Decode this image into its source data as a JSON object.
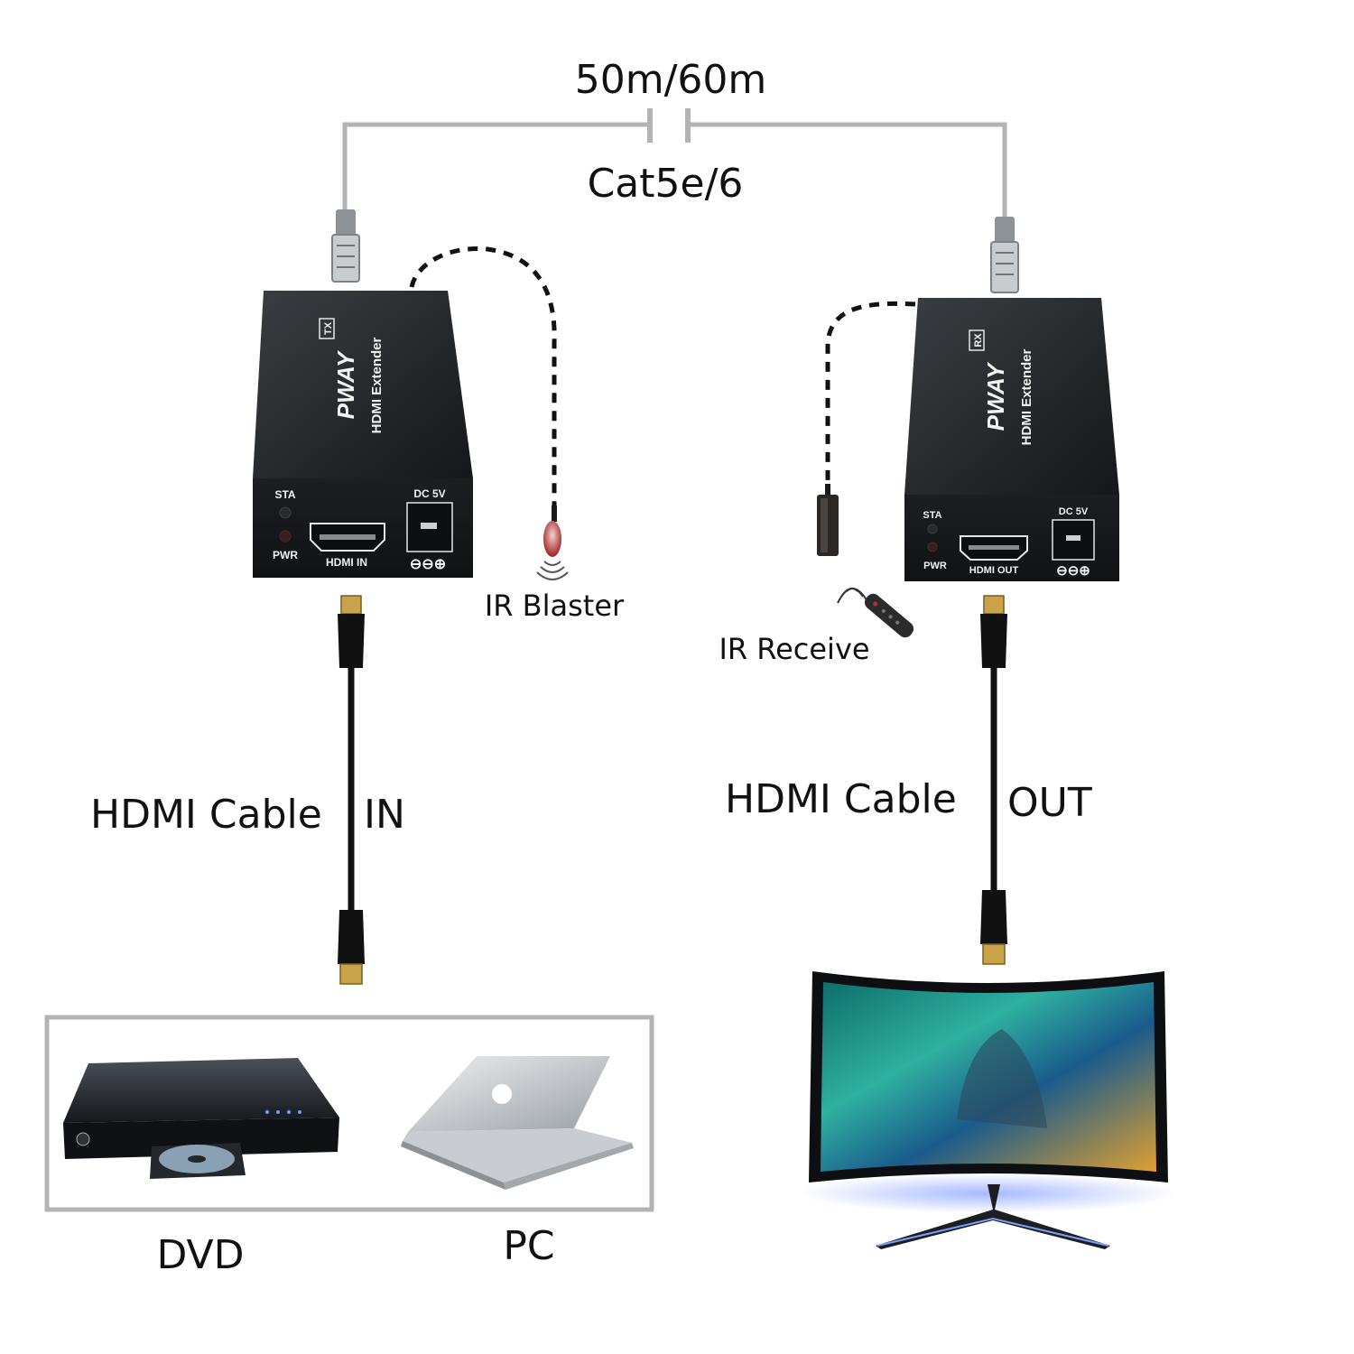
{
  "labels": {
    "distance": "50m/60m",
    "cable_type": "Cat5e/6",
    "ir_blaster": "IR Blaster",
    "ir_receive": "IR Receive",
    "hdmi_cable_left": "HDMI Cable",
    "in": "IN",
    "hdmi_cable_right": "HDMI Cable",
    "out": "OUT",
    "dvd": "DVD",
    "pc": "PC"
  },
  "transmitter": {
    "brand": "PWAY",
    "model": "HDMI Extender",
    "badge": "TX",
    "sta": "STA",
    "pwr": "PWR",
    "port": "HDMI IN",
    "power": "DC 5V",
    "polarity": "⊖⊖⊕"
  },
  "receiver": {
    "brand": "PWAY",
    "model": "HDMI Extender",
    "badge": "RX",
    "sta": "STA",
    "pwr": "PWR",
    "port": "HDMI OUT",
    "power": "DC 5V",
    "polarity": "⊖⊖⊕"
  },
  "colors": {
    "cable_gray": "#b3b3b3",
    "device_black": "#1e2124",
    "hdmi_gold": "#c9a24a"
  },
  "icons": {
    "ir_blaster": "ir-blaster-icon",
    "ir_receiver": "ir-receiver-icon",
    "remote": "remote-control-icon"
  }
}
